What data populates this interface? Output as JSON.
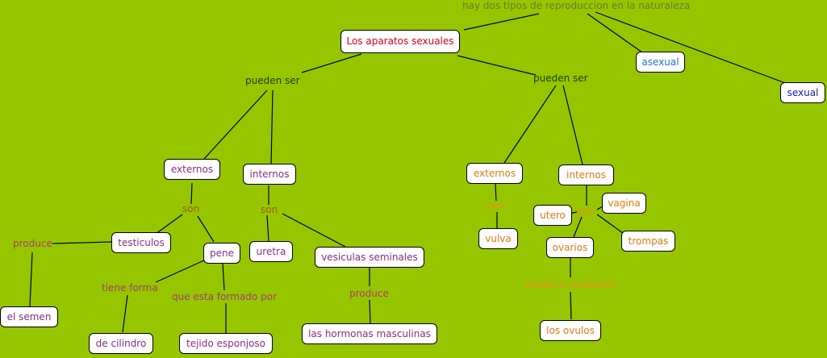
{
  "colors": {
    "background": "#96c600",
    "node_fill": "#fdfdfd",
    "node_border": "#000000",
    "line": "#000000"
  },
  "map": {
    "root_label": "hay dos tipos de reproduccion en la naturaleza",
    "main_node": "Los aparatos sexuales",
    "asexual": "asexual",
    "sexual": "sexual",
    "pueden_ser_left": "pueden ser",
    "pueden_ser_right": "pueden ser",
    "male": {
      "externos": "externos",
      "internos": "internos",
      "son_ext": "son",
      "son_int": "son",
      "testiculos": "testiculos",
      "pene": "pene",
      "produce_semen": "produce",
      "el_semen": "el semen",
      "tiene_forma": "tiene forma",
      "de_cilindro": "de cilindro",
      "formado_por": "que esta formado por",
      "tejido_esponjoso": "tejido esponjoso",
      "uretra": "uretra",
      "vesiculas": "vesiculas seminales",
      "produce_hormonas": "produce",
      "hormonas": "las hormonas masculinas"
    },
    "female": {
      "externos": "externos",
      "internos": "internos",
      "son_ext": "son",
      "son_int": "son",
      "vulva": "vulva",
      "utero": "utero",
      "vagina": "vagina",
      "trompas": "trompas",
      "ovarios": "ovarios",
      "donde": "donde se producen",
      "ovulos": "los ovulos"
    }
  }
}
